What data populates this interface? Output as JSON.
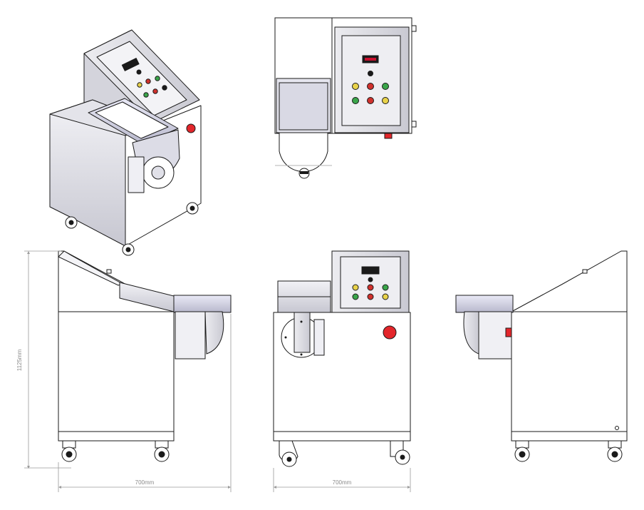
{
  "dimensions": {
    "height_label": "1125mm",
    "width_side_label": "700mm",
    "width_front_label": "700mm"
  },
  "views": {
    "isometric": "isometric-view",
    "top": "top-view",
    "side_left": "left-side-view",
    "front": "front-view",
    "side_right": "right-side-view"
  },
  "colors": {
    "outline": "#1a1a1a",
    "panel_fill": "#ffffff",
    "shade": "#d9d9de",
    "display_red": "#c8102e",
    "lamp_yellow": "#e8d24a",
    "lamp_red": "#d0312d",
    "lamp_green": "#3aa54a",
    "estop_red": "#e3262b",
    "dimension_line": "#9a9a9a"
  }
}
